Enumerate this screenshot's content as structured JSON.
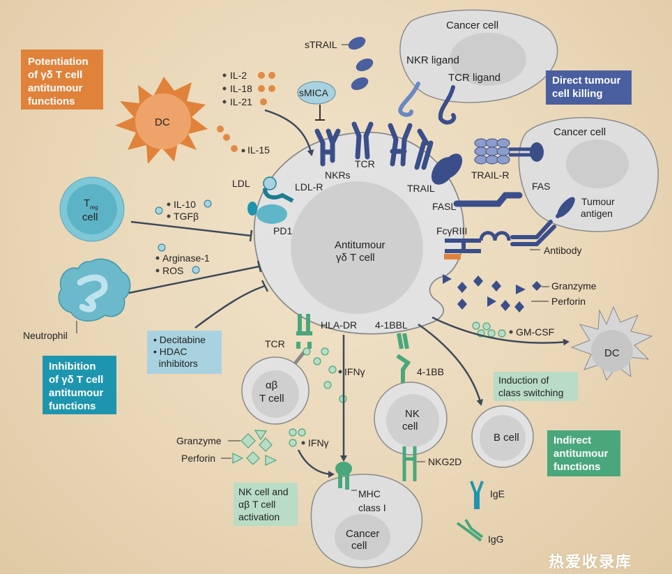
{
  "boxes": {
    "potentiation": [
      "Potentiation",
      "of γδ T cell",
      "antitumour",
      "functions"
    ],
    "direct": [
      "Direct tumour",
      "cell killing"
    ],
    "inhibition": [
      "Inhibition",
      "of γδ T cell",
      "antitumour",
      "functions"
    ],
    "indirect": [
      "Indirect",
      "antitumour",
      "functions"
    ],
    "inhibitors_list": [
      "Decitabine",
      "HDAC",
      "inhibitors"
    ],
    "class_switching": [
      "Induction of",
      "class switching"
    ],
    "nk_activation": [
      "NK cell and",
      "αβ T cell",
      "activation"
    ]
  },
  "labels": {
    "dc_top": "DC",
    "dc_right": "DC",
    "il2": "IL-2",
    "il18": "IL-18",
    "il21": "IL-21",
    "il15": "IL-15",
    "strail": "sTRAIL",
    "smica": "sMICA",
    "nkrs": "NKRs",
    "tcr_top": "TCR",
    "trail": "TRAIL",
    "cancer_top": "Cancer cell",
    "nkr_ligand": "NKR ligand",
    "tcr_ligand": "TCR ligand",
    "cancer_right": "Cancer cell",
    "trail_r": "TRAIL-R",
    "fas": "FAS",
    "fasl": "FASL",
    "tumour_antigen_1": "Tumour",
    "tumour_antigen_2": "antigen",
    "fcgr": "FcγRIII",
    "antibody": "Antibody",
    "granzyme_right": "Granzyme",
    "perforin_right": "Perforin",
    "gmcsf": "GM-CSF",
    "ldl": "LDL",
    "ldlr": "LDL-R",
    "pd1": "PD1",
    "treg_1": "T",
    "treg_sub": "reg",
    "treg_2": "cell",
    "il10": "IL-10",
    "tgfb": "TGFβ",
    "arginase": "Arginase-1",
    "ros": "ROS",
    "neutrophil": "Neutrophil",
    "center_1": "Antitumour",
    "center_2": "γδ T cell",
    "hladr": "HLA-DR",
    "bbl": "4-1BBL",
    "tcr_ab": "TCR",
    "ab_1": "αβ",
    "ab_2": "T cell",
    "ifng_1": "IFNγ",
    "ifng_2": "IFNγ",
    "bb": "4-1BB",
    "nk_1": "NK",
    "nk_2": "cell",
    "nkg2d": "NKG2D",
    "bcell": "B cell",
    "granzyme_left": "Granzyme",
    "perforin_left": "Perforin",
    "mhc_1": "MHC",
    "mhc_2": "class I",
    "cancer_bottom_1": "Cancer",
    "cancer_bottom_2": "cell",
    "ige": "IgE",
    "igg": "IgG"
  },
  "watermark": "热爱收录库",
  "colors": {
    "orange": "#e0823a",
    "blue": "#4a5fa0",
    "teal": "#1e95ae",
    "green": "#4aa77c",
    "light_blue": "#a9d2e0",
    "light_green": "#b9dcc6",
    "cell_grey": "#e4e4e4",
    "arrow": "#3b4a5a"
  }
}
